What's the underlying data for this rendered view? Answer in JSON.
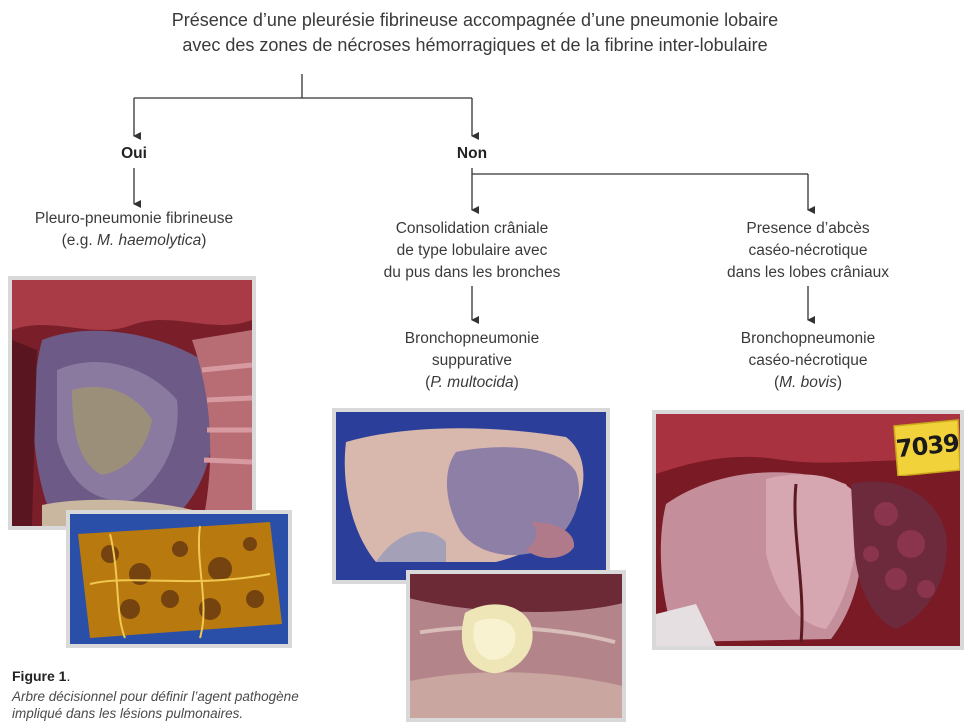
{
  "root": {
    "line1": "Présence d’une pleurésie fibrineuse accompagnée d’une pneumonie lobaire",
    "line2": "avec des zones de nécroses hémorragiques et de la fibrine inter-lobulaire"
  },
  "branches": {
    "yes": "Oui",
    "no": "Non"
  },
  "yes_result": {
    "line1": "Pleuro-pneumonie fibrineuse",
    "line2_prefix": "(e.g. ",
    "line2_italic": "M. haemolytica",
    "line2_suffix": ")"
  },
  "no_left": {
    "condition_line1": "Consolidation crâniale",
    "condition_line2": "de type lobulaire avec",
    "condition_line3": "du pus dans les bronches",
    "result_line1": "Bronchopneumonie",
    "result_line2": "suppurative",
    "agent_prefix": "(",
    "agent_italic": "P. multocida",
    "agent_suffix": ")"
  },
  "no_right": {
    "condition_line1": "Presence d’abcès",
    "condition_line2": "caséo-nécrotique",
    "condition_line3": "dans les lobes crâniaux",
    "result_line1": "Bronchopneumonie",
    "result_line2": "caséo-nécrotique",
    "agent_prefix": "(",
    "agent_italic": "M. bovis",
    "agent_suffix": ")"
  },
  "photo_tag": "7039",
  "caption": {
    "title": "Figure 1",
    "title_suffix": ".",
    "line1": "Arbre décisionnel pour définir l’agent pathogène",
    "line2": "impliqué dans les lésions pulmonaires."
  },
  "colors": {
    "line": "#333333",
    "text": "#3a3a3a",
    "photo_border": "#d9d9d9",
    "tag_yellow": "#f2d23a"
  }
}
